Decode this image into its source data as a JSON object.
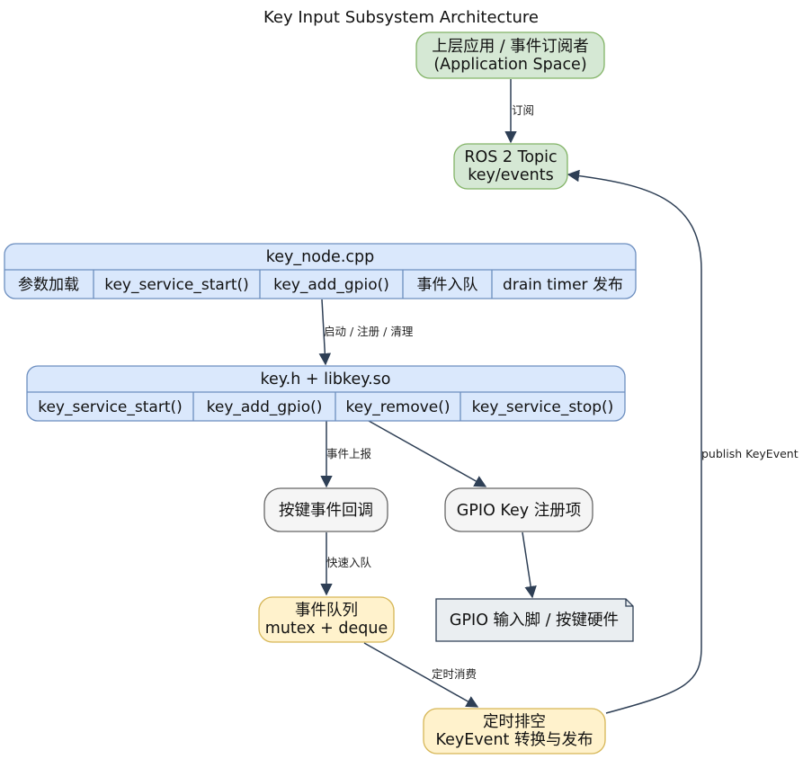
{
  "title": "Key Input Subsystem Architecture",
  "nodes": {
    "app": {
      "line1": "上层应用 / 事件订阅者",
      "line2": "(Application Space)"
    },
    "topic": {
      "line1": "ROS 2 Topic",
      "line2": "key/events"
    },
    "key_node": {
      "header": "key_node.cpp",
      "cells": [
        "参数加载",
        "key_service_start()",
        "key_add_gpio()",
        "事件入队",
        "drain timer 发布"
      ]
    },
    "libkey": {
      "header": "key.h + libkey.so",
      "cells": [
        "key_service_start()",
        "key_add_gpio()",
        "key_remove()",
        "key_service_stop()"
      ]
    },
    "callback": {
      "label": "按键事件回调"
    },
    "gpio_item": {
      "label": "GPIO Key 注册项"
    },
    "queue": {
      "line1": "事件队列",
      "line2": "mutex + deque"
    },
    "gpio_hw": {
      "label": "GPIO 输入脚 / 按键硬件"
    },
    "drain": {
      "line1": "定时排空",
      "line2": "KeyEvent 转换与发布"
    }
  },
  "edges": {
    "subscribe": "订阅",
    "start_register": "启动 / 注册 / 清理",
    "report": "事件上报",
    "enqueue": "快速入队",
    "consume": "定时消费",
    "publish": "publish KeyEvent"
  },
  "colors": {
    "green_fill": "#d5e8d4",
    "green_stroke": "#82b366",
    "blue_fill": "#dae8fc",
    "blue_stroke": "#6c8ebf",
    "yellow_fill": "#fff2cc",
    "yellow_stroke": "#d6b656",
    "gray_fill": "#f5f5f5",
    "gray_stroke": "#666666",
    "note_fill": "#eaeef1",
    "note_stroke": "#2e3f55",
    "edge": "#2e3f55"
  }
}
